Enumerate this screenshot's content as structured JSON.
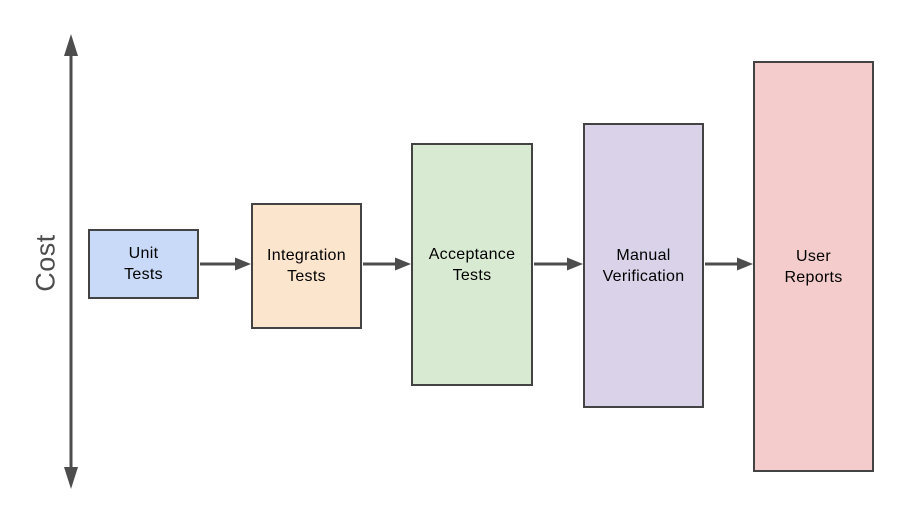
{
  "diagram": {
    "axis_label": "Cost",
    "colors": {
      "arrow": "#4d4d4d",
      "box_border": "#434343",
      "axis_text": "#4d4d4d",
      "box_text": "#000000",
      "background": "#ffffff"
    },
    "stages": [
      {
        "label": "Unit\nTests",
        "fill": "#c9daf8"
      },
      {
        "label": "Integration\nTests",
        "fill": "#fce5cd"
      },
      {
        "label": "Acceptance\nTests",
        "fill": "#d9ead3"
      },
      {
        "label": "Manual\nVerification",
        "fill": "#d9d2e9"
      },
      {
        "label": "User\nReports",
        "fill": "#f4cccc"
      }
    ]
  }
}
